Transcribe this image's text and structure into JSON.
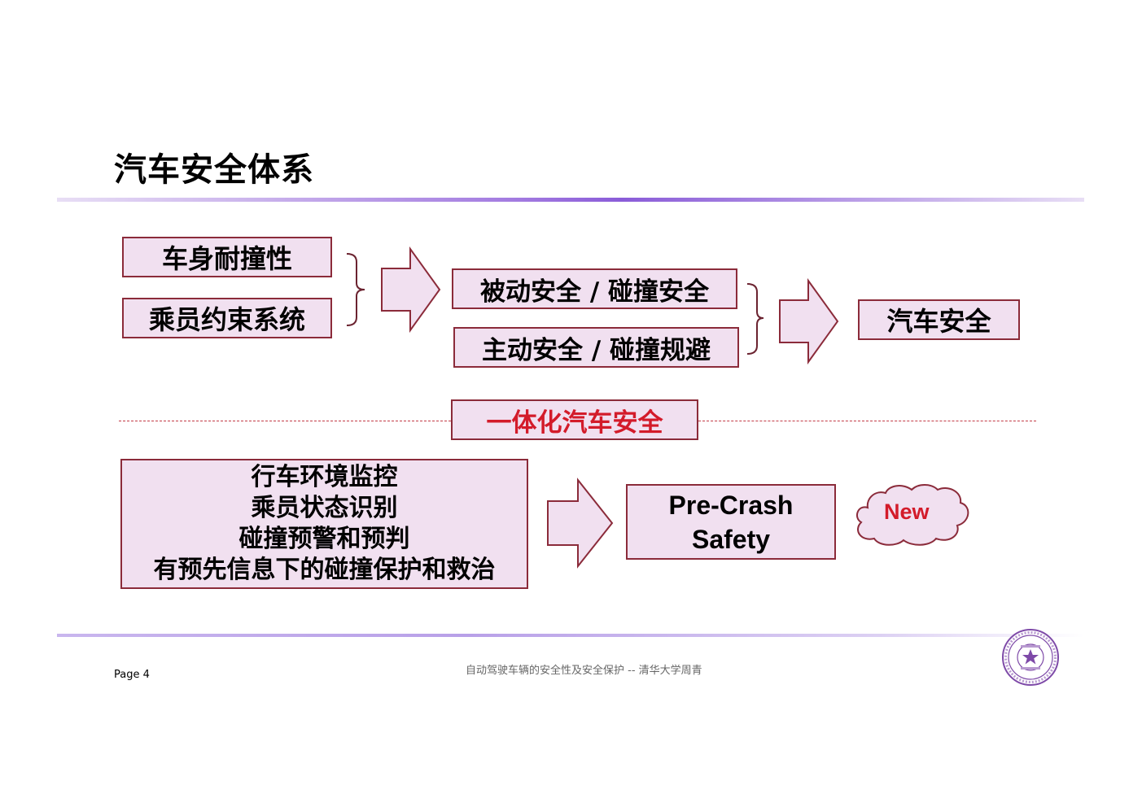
{
  "slide_title": "汽车安全体系",
  "left_boxes": [
    "车身耐撞性",
    "乘员约束系统"
  ],
  "middle_boxes": [
    "被动安全 / 碰撞安全",
    "主动安全 / 碰撞规避"
  ],
  "result_box": "汽车安全",
  "integrated_label": "一体化汽车安全",
  "bottom_list": [
    "行车环境监控",
    "乘员状态识别",
    "碰撞预警和预判",
    "有预先信息下的碰撞保护和救治"
  ],
  "precrash": [
    "Pre-Crash",
    "Safety"
  ],
  "cloud_label": "New",
  "footer": {
    "page_label": "Page  4",
    "center_text": "自动驾驶车辆的安全性及安全保护 -- 清华大学周青"
  },
  "colors": {
    "box_fill": "#f1e0f0",
    "box_border": "#8b2b3a",
    "accent_red": "#d31b2a",
    "rule_purple": "#8a5cd8"
  },
  "icons": [
    "brace-icon",
    "right-arrow-icon",
    "cloud-icon",
    "university-seal-icon"
  ]
}
